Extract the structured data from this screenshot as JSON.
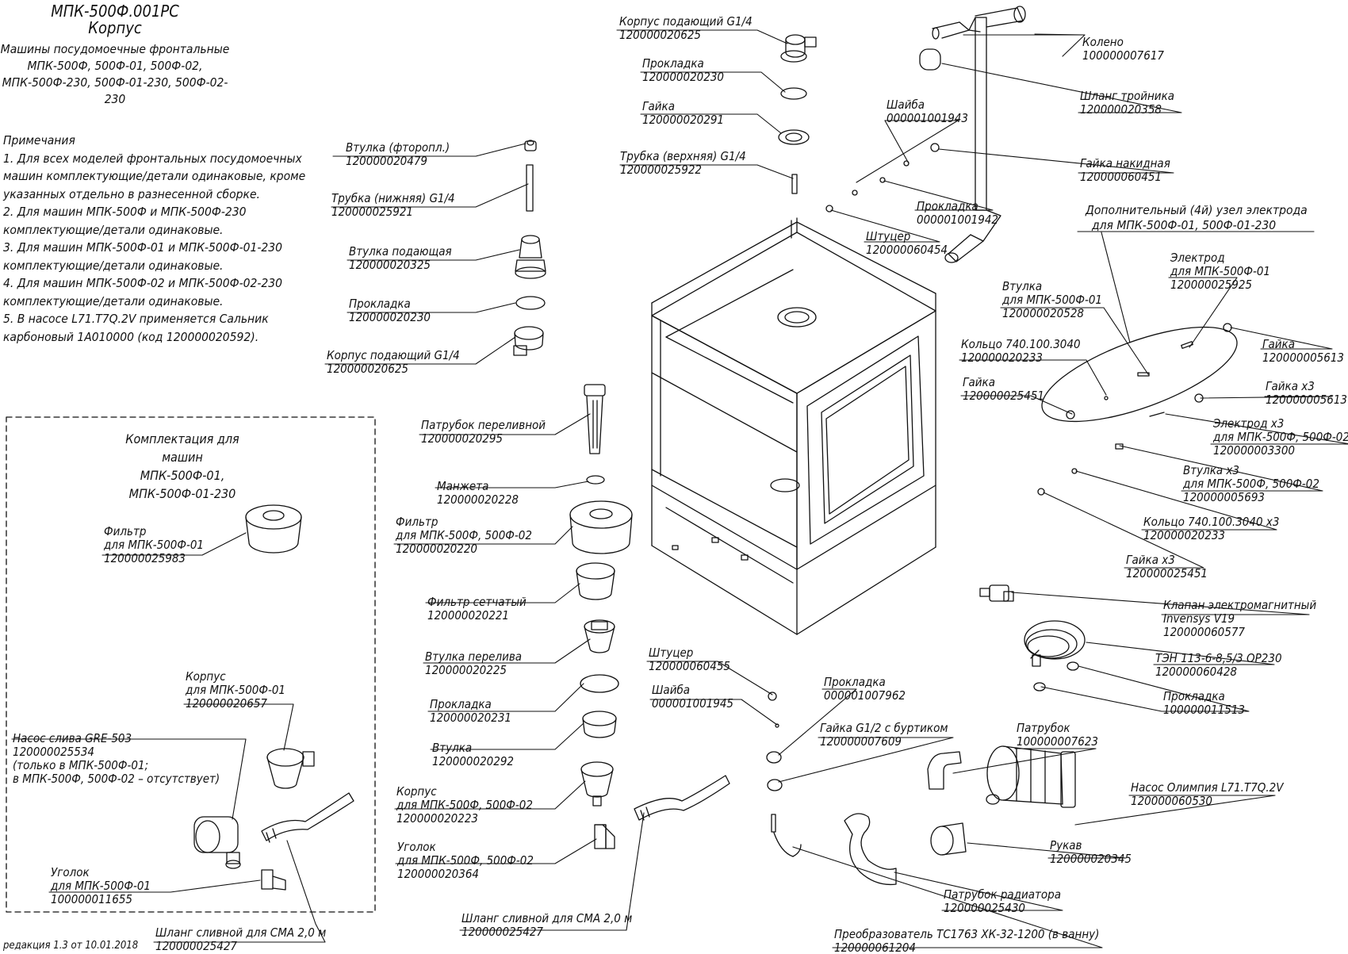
{
  "header": {
    "code": "МПК-500Ф.001РС",
    "title": "Корпус",
    "line1": "Машины посудомоечные фронтальные",
    "line2": "МПК-500Ф, 500Ф-01, 500Ф-02,",
    "line3": "МПК-500Ф-230, 500Ф-01-230, 500Ф-02-230"
  },
  "notes": {
    "heading": "Примечания",
    "lines": [
      "1. Для всех моделей фронтальных посудомоечных",
      "машин комплектующие/детали одинаковые, кроме",
      "указанных отдельно в разнесенной сборке.",
      "2. Для машин МПК-500Ф и МПК-500Ф-230",
      "комплектующие/детали одинаковые.",
      "3. Для машин МПК-500Ф-01 и МПК-500Ф-01-230",
      "комплектующие/детали одинаковые.",
      "4. Для машин МПК-500Ф-02 и МПК-500Ф-02-230",
      "комплектующие/детали одинаковые.",
      "5. В насосе L71.T7Q.2V применяется Сальник",
      "карбоновый 1А010000 (код 120000020592)."
    ]
  },
  "kit": {
    "line1": "Комплектация для машин",
    "line2": "МПК-500Ф-01, МПК-500Ф-01-230"
  },
  "revision": "редакция 1.3 от 10.01.2018",
  "parts": [
    {
      "id": "p1",
      "lines": [
        "Корпус подающий G1/4",
        "120000020625"
      ]
    },
    {
      "id": "p2",
      "lines": [
        "Прокладка",
        "120000020230"
      ]
    },
    {
      "id": "p3",
      "lines": [
        "Гайка",
        "120000020291"
      ]
    },
    {
      "id": "p4",
      "lines": [
        "Трубка (верхняя) G1/4",
        "120000025922"
      ]
    },
    {
      "id": "p5",
      "lines": [
        "Втулка (фторопл.)",
        "120000020479"
      ]
    },
    {
      "id": "p6",
      "lines": [
        "Трубка (нижняя) G1/4",
        "120000025921"
      ]
    },
    {
      "id": "p7",
      "lines": [
        "Втулка подающая",
        "120000020325"
      ]
    },
    {
      "id": "p8",
      "lines": [
        "Прокладка",
        "120000020230"
      ]
    },
    {
      "id": "p9",
      "lines": [
        "Корпус подающий G1/4",
        "120000020625"
      ]
    },
    {
      "id": "p10",
      "lines": [
        "Колено",
        "100000007617"
      ]
    },
    {
      "id": "p11",
      "lines": [
        "Шланг тройника",
        "120000020358"
      ]
    },
    {
      "id": "p12",
      "lines": [
        "Шайба",
        "000001001943"
      ]
    },
    {
      "id": "p13",
      "lines": [
        "Гайка накидная",
        "120000060451"
      ]
    },
    {
      "id": "p14",
      "lines": [
        "Прокладка",
        "000001001942"
      ]
    },
    {
      "id": "p15",
      "lines": [
        "Штуцер",
        "120000060454"
      ]
    },
    {
      "id": "p16",
      "lines": [
        "Дополнительный (4й) узел электрода",
        "для МПК-500Ф-01, 500Ф-01-230"
      ]
    },
    {
      "id": "p17",
      "lines": [
        "Электрод",
        "для МПК-500Ф-01",
        "120000025925"
      ]
    },
    {
      "id": "p18",
      "lines": [
        "Втулка",
        "для МПК-500Ф-01",
        "120000020528"
      ]
    },
    {
      "id": "p19",
      "lines": [
        "Кольцо 740.100.3040",
        "120000020233"
      ]
    },
    {
      "id": "p20",
      "lines": [
        "Гайка",
        "120000005613"
      ]
    },
    {
      "id": "p21",
      "lines": [
        "Гайка",
        "120000025451"
      ]
    },
    {
      "id": "p22",
      "lines": [
        "Гайка х3",
        "120000005613"
      ]
    },
    {
      "id": "p23",
      "lines": [
        "Электрод х3",
        "для МПК-500Ф, 500Ф-02",
        "120000003300"
      ]
    },
    {
      "id": "p24",
      "lines": [
        "Втулка х3",
        "для МПК-500Ф, 500Ф-02",
        "120000005693"
      ]
    },
    {
      "id": "p25",
      "lines": [
        "Кольцо 740.100.3040 х3",
        "120000020233"
      ]
    },
    {
      "id": "p26",
      "lines": [
        "Гайка х3",
        "120000025451"
      ]
    },
    {
      "id": "p27",
      "lines": [
        "Патрубок переливной",
        "120000020295"
      ]
    },
    {
      "id": "p28",
      "lines": [
        "Манжета",
        "120000020228"
      ]
    },
    {
      "id": "p29",
      "lines": [
        "Фильтр",
        "для МПК-500Ф, 500Ф-02",
        "120000020220"
      ]
    },
    {
      "id": "p30",
      "lines": [
        "Фильтр сетчатый",
        "120000020221"
      ]
    },
    {
      "id": "p31",
      "lines": [
        "Втулка перелива",
        "120000020225"
      ]
    },
    {
      "id": "p32",
      "lines": [
        "Прокладка",
        "120000020231"
      ]
    },
    {
      "id": "p33",
      "lines": [
        "Втулка",
        "120000020292"
      ]
    },
    {
      "id": "p34",
      "lines": [
        "Корпус",
        "для МПК-500Ф, 500Ф-02",
        "120000020223"
      ]
    },
    {
      "id": "p35",
      "lines": [
        "Уголок",
        "для МПК-500Ф, 500Ф-02",
        "120000020364"
      ]
    },
    {
      "id": "p36",
      "lines": [
        "Шланг сливной для СМА 2,0 м",
        "120000025427"
      ]
    },
    {
      "id": "p37",
      "lines": [
        "Фильтр",
        "для МПК-500Ф-01",
        "120000025983"
      ]
    },
    {
      "id": "p38",
      "lines": [
        "Корпус",
        "для МПК-500Ф-01",
        "120000020657"
      ]
    },
    {
      "id": "p39",
      "lines": [
        "Насос слива GRE-503",
        "120000025534",
        "(только в МПК-500Ф-01;",
        "в МПК-500Ф, 500Ф-02 – отсутствует)"
      ]
    },
    {
      "id": "p40",
      "lines": [
        "Уголок",
        "для МПК-500Ф-01",
        "100000011655"
      ]
    },
    {
      "id": "p41",
      "lines": [
        "Шланг сливной для СМА 2,0 м",
        "120000025427"
      ]
    },
    {
      "id": "p42",
      "lines": [
        "Штуцер",
        "120000060455"
      ]
    },
    {
      "id": "p43",
      "lines": [
        "Шайба",
        "000001001945"
      ]
    },
    {
      "id": "p44",
      "lines": [
        "Прокладка",
        "000001007962"
      ]
    },
    {
      "id": "p45",
      "lines": [
        "Гайка G1/2 с буртиком",
        "120000007609"
      ]
    },
    {
      "id": "p46",
      "lines": [
        "Клапан электромагнитный",
        "Invensys V19",
        "120000060577"
      ]
    },
    {
      "id": "p47",
      "lines": [
        "ТЭН 113-6-8,5/3 ОР230",
        "120000060428"
      ]
    },
    {
      "id": "p48",
      "lines": [
        "Прокладка",
        "100000011513"
      ]
    },
    {
      "id": "p49",
      "lines": [
        "Патрубок",
        "100000007623"
      ]
    },
    {
      "id": "p50",
      "lines": [
        "Насос  Олимпия L71.T7Q.2V",
        "120000060530"
      ]
    },
    {
      "id": "p51",
      "lines": [
        "Рукав",
        "120000020345"
      ]
    },
    {
      "id": "p52",
      "lines": [
        "Патрубок радиатора",
        "120000025430"
      ]
    },
    {
      "id": "p53",
      "lines": [
        "Преобразователь ТС1763 ХК-32-1200 (в ванну)",
        "120000061204"
      ]
    }
  ]
}
